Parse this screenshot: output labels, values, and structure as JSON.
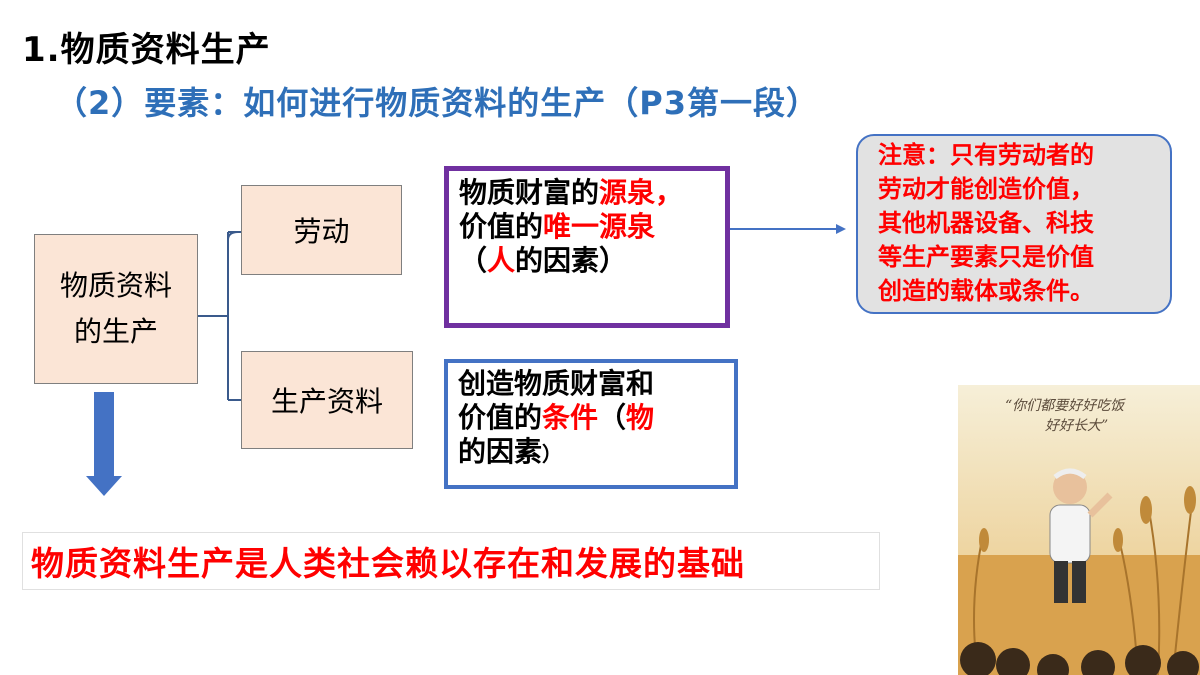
{
  "title": "1.物质资料生产",
  "subtitle": "（2）要素：如何进行物质资料的生产（P3第一段）",
  "diagram": {
    "main_line1": "物质资料",
    "main_line2": "的生产",
    "labor": "劳动",
    "means": "生产资料"
  },
  "labor_box": {
    "l1_a": "物质财富的",
    "l1_b": "源泉，",
    "l2_a": "价值的",
    "l2_b": "唯一源泉",
    "l3_a": "（",
    "l3_b": "人",
    "l3_c": "的因素）"
  },
  "means_box": {
    "l1": "创造物质财富和",
    "l2_a": "价值的",
    "l2_b": "条件",
    "l2_c": "（",
    "l2_d": "物",
    "l3_a": "的因素",
    "l3_b": "）"
  },
  "note": {
    "l1": "注意：只有劳动者的",
    "l2": "劳动才能创造价值，",
    "l3": "其他机器设备、科技",
    "l4": "等生产要素只是价值",
    "l5": "创造的载体或条件。"
  },
  "conclusion": "物质资料生产是人类社会赖以存在和发展的基础",
  "photo_caption": {
    "l1": "“你们都要好好吃饭",
    "l2": "好好长大”"
  },
  "colors": {
    "subtitle": "#2e6fb8",
    "accent_red": "#ff0000",
    "node_fill": "#fbe5d6",
    "purple_border": "#7030a0",
    "blue_border": "#4472c4",
    "arrow_blue": "#4472c4"
  }
}
